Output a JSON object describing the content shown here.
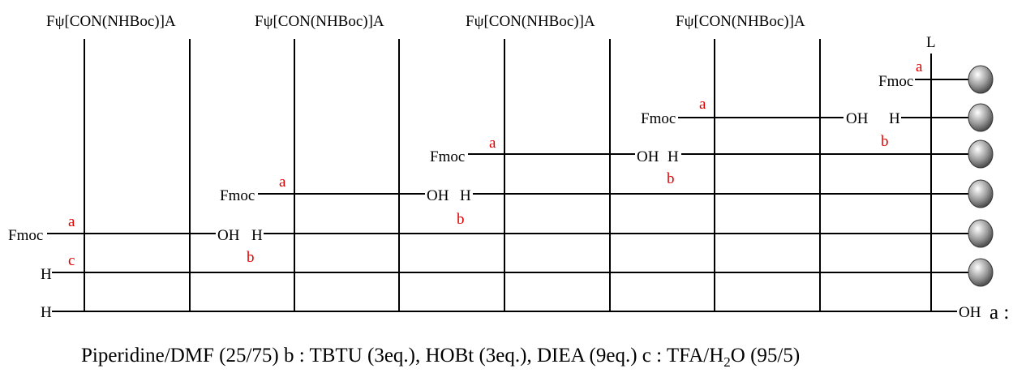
{
  "residue_headers": [
    "Fψ[CON(NHBoc)]A",
    "Fψ[CON(NHBoc)]A",
    "Fψ[CON(NHBoc)]A",
    "Fψ[CON(NHBoc)]A"
  ],
  "linker_label": "L",
  "protecting_group": "Fmoc",
  "hydroxyl_label": "OH",
  "hydrogen_label": "H",
  "step_labels": {
    "a": "a",
    "b": "b",
    "c": "c"
  },
  "legend": {
    "a_marker": "a :",
    "line2_prefix": "Piperidine/DMF (25/75) b : TBTU (3eq.), HOBt (3eq.), DIEA (9eq.) c : TFA/H",
    "line2_sub": "2",
    "line2_suffix": "O (95/5)"
  },
  "colors": {
    "step_label": "#e00000",
    "line": "#000000",
    "resin_bead": "#8a8a8a"
  }
}
